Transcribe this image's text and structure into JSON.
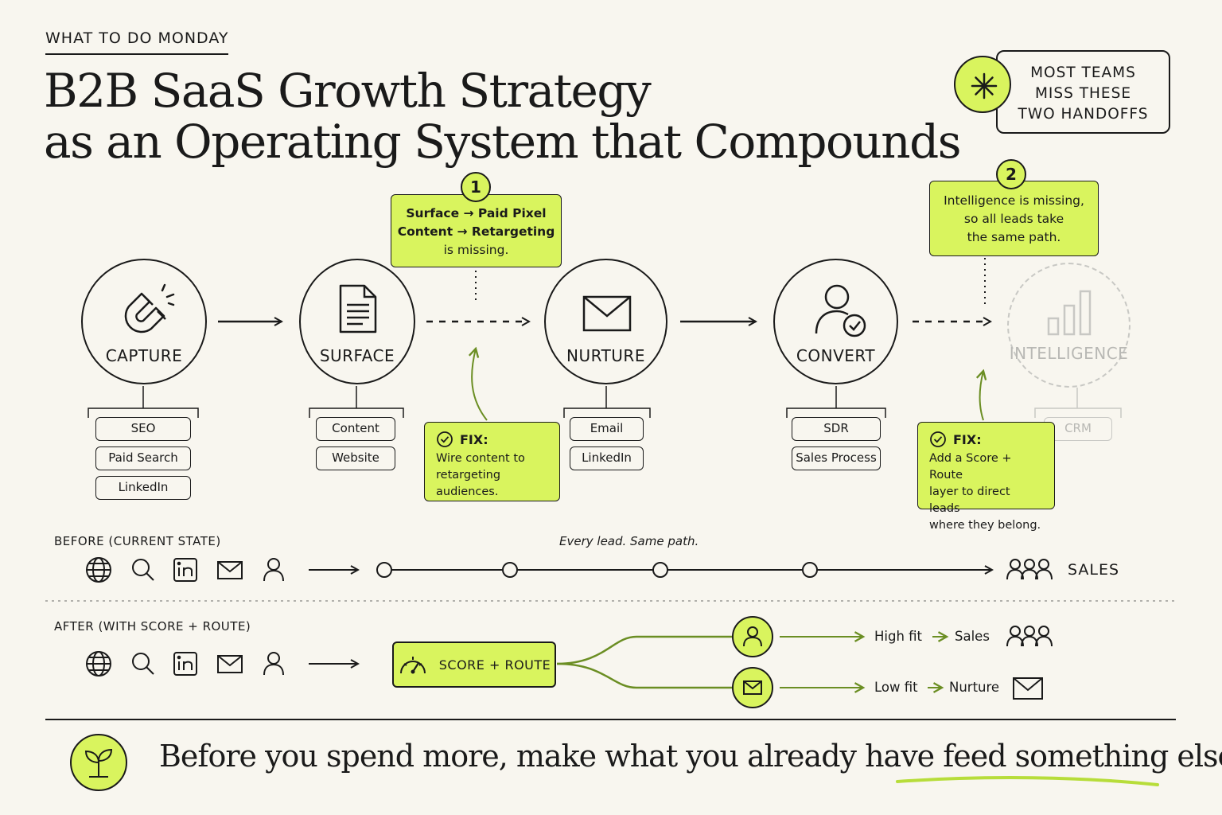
{
  "eyebrow": "WHAT TO DO MONDAY",
  "title": {
    "line1": "B2B SaaS Growth Strategy",
    "line2": "as an Operating System that Compounds"
  },
  "callout": {
    "icon": "asterisk-icon",
    "lines": [
      "MOST TEAMS",
      "MISS THESE",
      "TWO HANDOFFS"
    ]
  },
  "stages": [
    {
      "label": "CAPTURE",
      "icon": "magnet-icon",
      "channels": [
        "SEO",
        "Paid Search",
        "LinkedIn"
      ]
    },
    {
      "label": "SURFACE",
      "icon": "document-icon",
      "channels": [
        "Content",
        "Website"
      ]
    },
    {
      "label": "NURTURE",
      "icon": "envelope-icon",
      "channels": [
        "Email",
        "LinkedIn"
      ]
    },
    {
      "label": "CONVERT",
      "icon": "user-check-icon",
      "channels": [
        "SDR",
        "Sales Process"
      ]
    },
    {
      "label": "INTELLIGENCE",
      "icon": "bar-chart-icon",
      "channels": [
        "CRM"
      ],
      "missing": true
    }
  ],
  "gaps": [
    {
      "number": "1",
      "lines": [
        "Surface → Paid Pixel",
        "Content → Retargeting",
        "is missing."
      ],
      "fix_title": "FIX:",
      "fix_lines": [
        "Wire content to",
        "retargeting audiences."
      ]
    },
    {
      "number": "2",
      "lines": [
        "Intelligence is missing,",
        "so all leads take",
        "the same path."
      ],
      "fix_title": "FIX:",
      "fix_lines": [
        "Add a Score + Route",
        "layer to direct leads",
        "where they belong."
      ]
    }
  ],
  "before": {
    "label": "BEFORE (CURRENT STATE)",
    "caption": "Every lead. Same path.",
    "destination": "SALES",
    "sources": [
      "globe-icon",
      "search-icon",
      "linkedin-icon",
      "envelope-icon",
      "user-icon"
    ]
  },
  "after": {
    "label": "AFTER (WITH SCORE + ROUTE)",
    "router": "SCORE + ROUTE",
    "high_fit": "High fit",
    "high_dest": "Sales",
    "low_fit": "Low fit",
    "low_dest": "Nurture",
    "sources": [
      "globe-icon",
      "search-icon",
      "linkedin-icon",
      "envelope-icon",
      "user-icon"
    ]
  },
  "tagline": "Before you spend more, make what you already have feed something else.",
  "colors": {
    "accent": "#d9f45e",
    "ink": "#1a1a1a",
    "arrow_green": "#6b8e23",
    "faded": "#c8c8c4",
    "background": "#f8f6ef"
  }
}
